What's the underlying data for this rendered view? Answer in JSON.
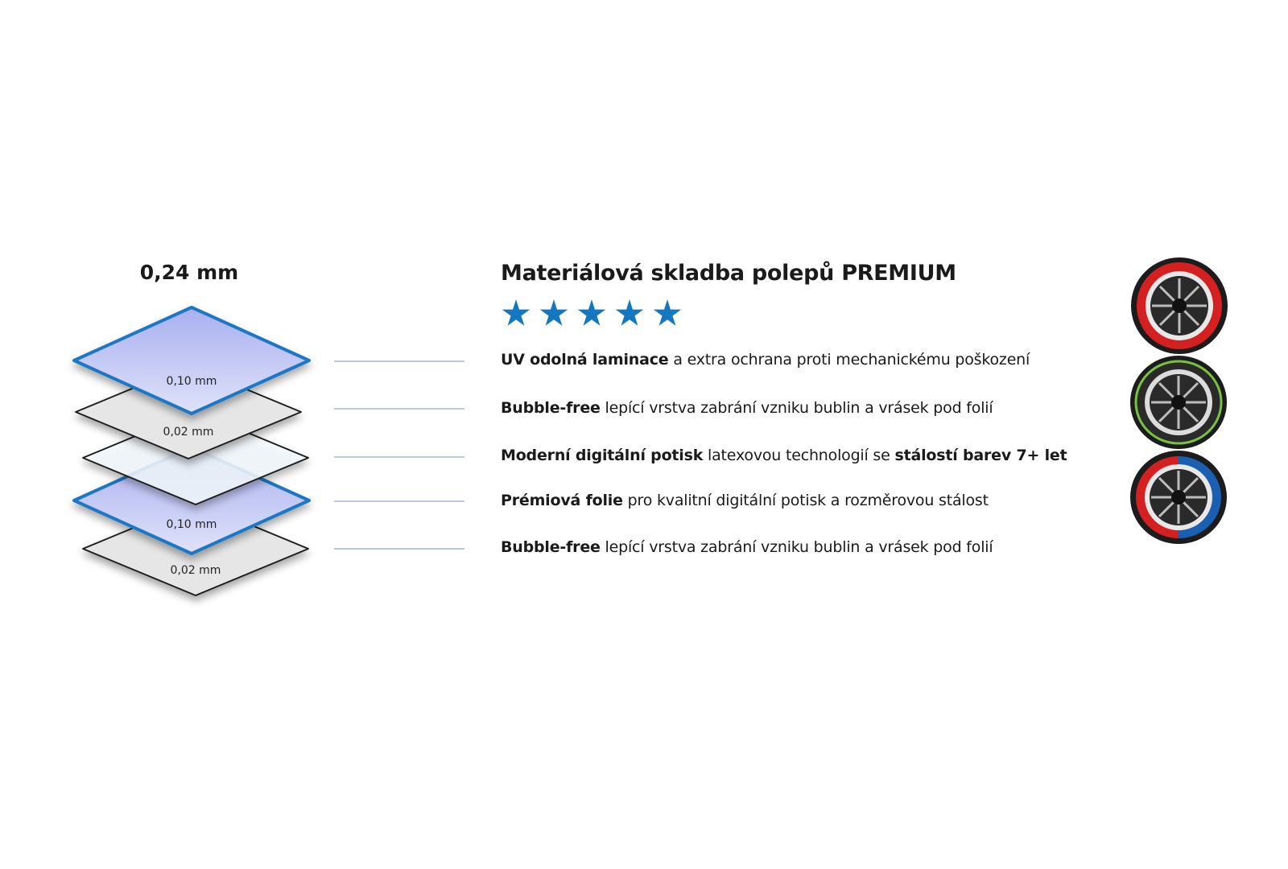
{
  "diagram": {
    "total_thickness": "0,24 mm",
    "layers": [
      {
        "thickness": "0,10 mm",
        "fill": "#c8ccf4",
        "stroke": "#1d77c4"
      },
      {
        "thickness": "0,02 mm",
        "fill": "#e6e6e6",
        "stroke": "#1a1a1a"
      },
      {
        "thickness": "",
        "fill": "#f2f8fd",
        "stroke": "#1a1a1a"
      },
      {
        "thickness": "0,10 mm",
        "fill": "#c8ccf4",
        "stroke": "#1d77c4"
      },
      {
        "thickness": "0,02 mm",
        "fill": "#e6e6e6",
        "stroke": "#1a1a1a"
      }
    ],
    "connector_color": "#8fa8c8"
  },
  "info": {
    "title": "Materiálová skladba polepů PREMIUM",
    "stars": 5,
    "star_color": "#1478c0",
    "features": [
      {
        "bold": "UV odolná laminace",
        "text": " a extra ochrana proti mechanickému poškození",
        "bold2": "",
        "text2": ""
      },
      {
        "bold": "Bubble-free",
        "text": " lepící vrstva zabrání vzniku bublin a vrásek pod folií",
        "bold2": "",
        "text2": ""
      },
      {
        "bold": "Moderní digitální potisk",
        "text": " latexovou technologií se ",
        "bold2": "stálostí barev 7+ let",
        "text2": ""
      },
      {
        "bold": "Prémiová folie",
        "text": " pro kvalitní digitální potisk a rozměrovou stálost",
        "bold2": "",
        "text2": ""
      },
      {
        "bold": "Bubble-free",
        "text": " lepící vrstva zabrání vzniku bublin a vrásek pod folií",
        "bold2": "",
        "text2": ""
      }
    ]
  },
  "wheels": [
    {
      "icon": "wheel-red-icon",
      "accent": "#d42020"
    },
    {
      "icon": "wheel-green-icon",
      "accent": "#7ac043"
    },
    {
      "icon": "wheel-red-blue-icon",
      "accent": "#d42020",
      "accent2": "#1a5fb0"
    }
  ]
}
